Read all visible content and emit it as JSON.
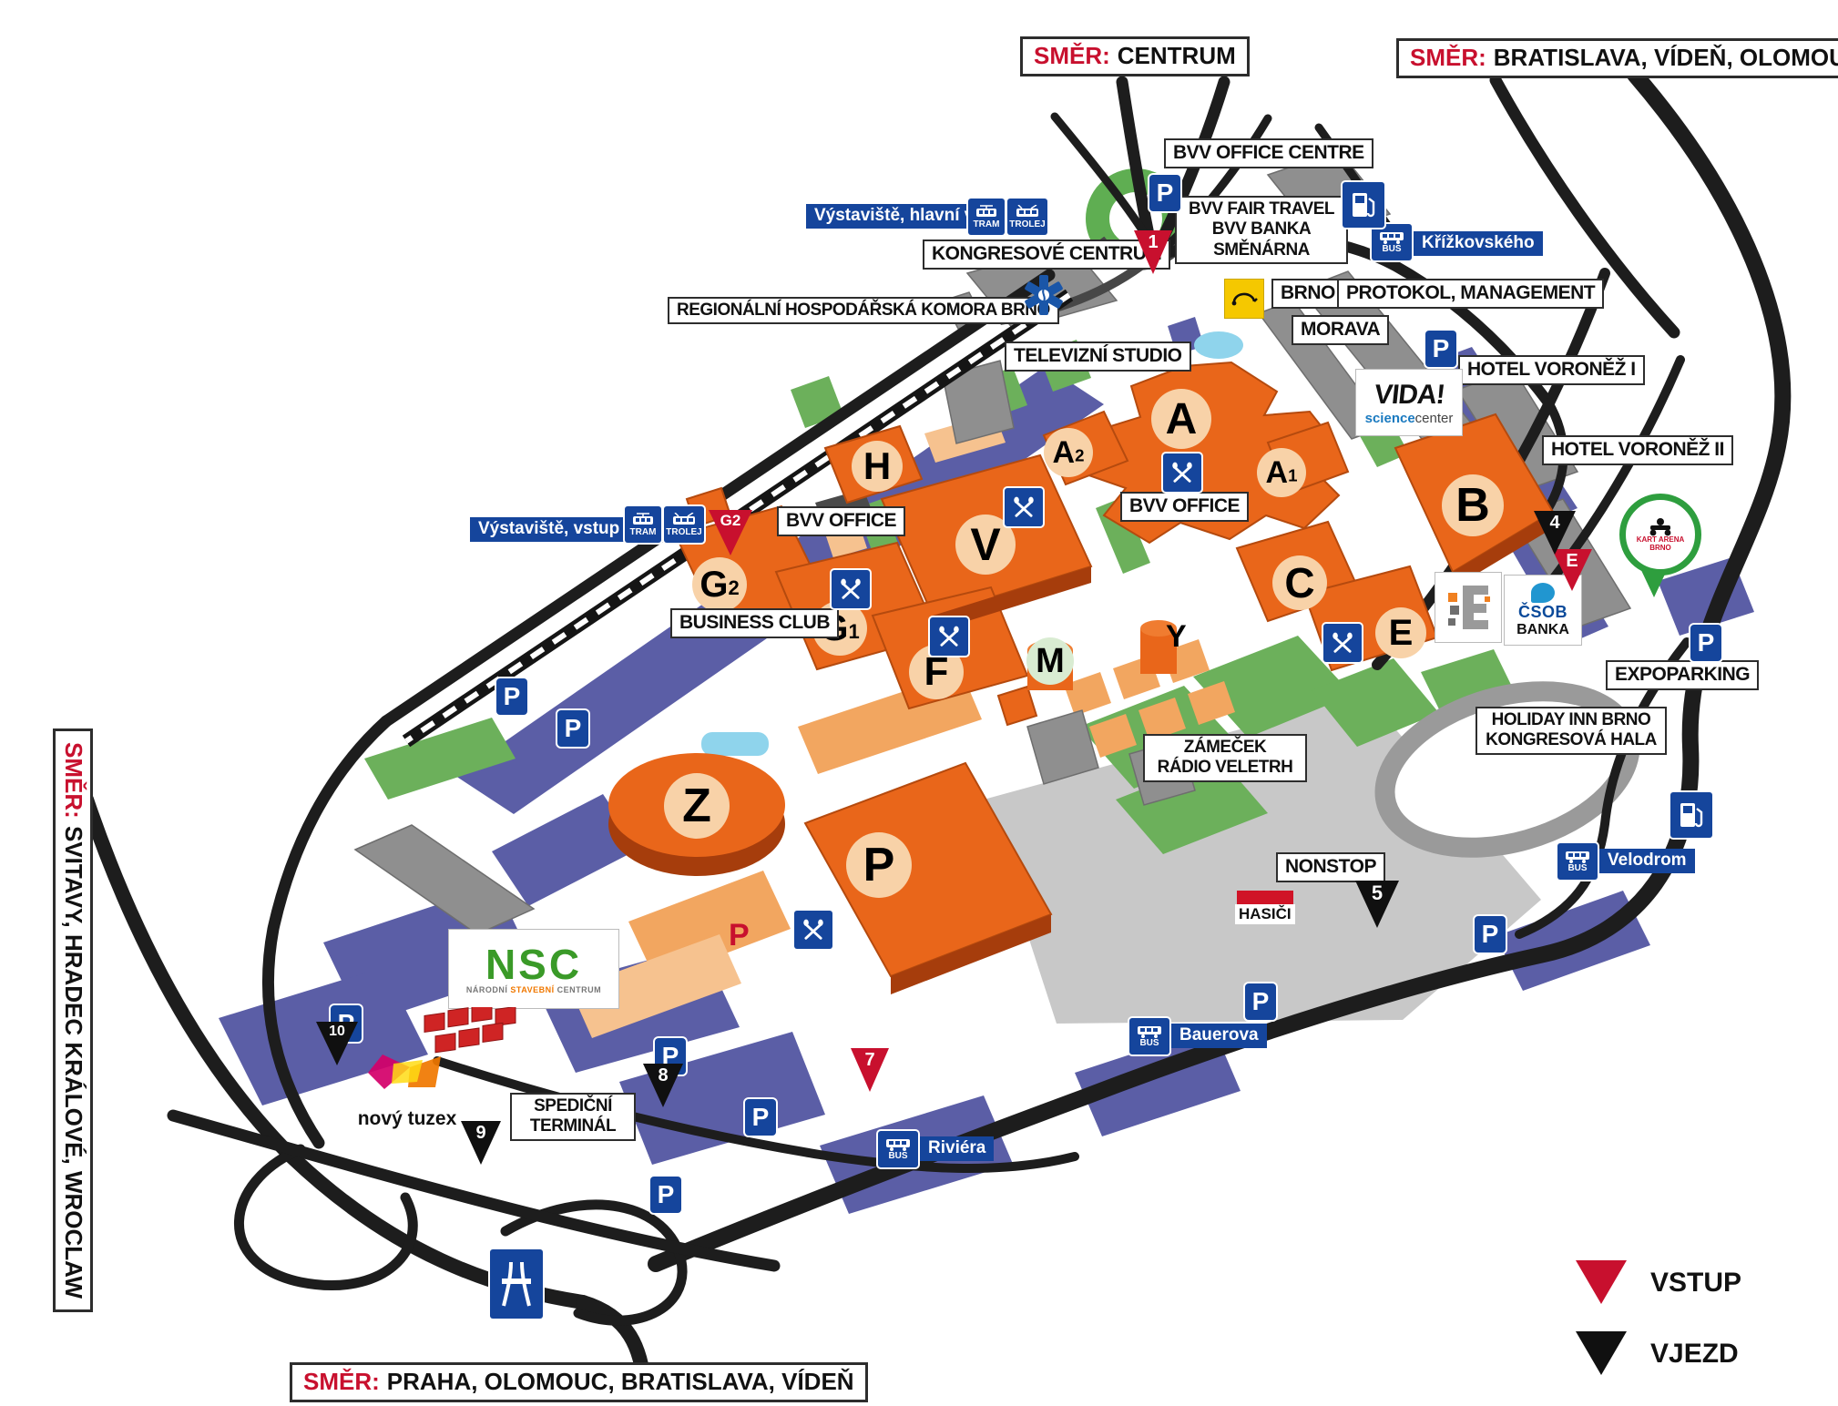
{
  "signs": {
    "centrum": {
      "prefix": "SMĚR:",
      "text": "CENTRUM"
    },
    "bratislava": {
      "prefix": "SMĚR:",
      "text": "BRATISLAVA, VÍDEŇ, OLOMOUC"
    },
    "svitavy": {
      "prefix": "SMĚR:",
      "text": "SVITAVY, HRADEC KRÁLOVÉ, WROCLAW"
    },
    "praha": {
      "prefix": "SMĚR:",
      "text": "PRAHA, OLOMOUC, BRATISLAVA, VÍDEŇ"
    }
  },
  "places": {
    "bvv_office_centre": "BVV OFFICE CENTRE",
    "fair_travel_line1": "BVV FAIR TRAVEL",
    "fair_travel_line2": "BVV BANKA",
    "fair_travel_line3": "SMĚNÁRNA",
    "kongresove_centrum": "KONGRESOVÉ CENTRUM",
    "hospodarska_komora": "REGIONÁLNÍ HOSPODÁŘSKÁ KOMORA BRNO",
    "televizni_studio": "TELEVIZNÍ STUDIO",
    "brno": "BRNO",
    "morava": "MORAVA",
    "protokol_management": "PROTOKOL, MANAGEMENT",
    "hotel_voronez_i": "HOTEL VORONĚŽ I",
    "hotel_voronez_ii": "HOTEL VORONĚŽ II",
    "bvv_office": "BVV OFFICE",
    "business_club": "BUSINESS CLUB",
    "zamecek_line1": "ZÁMEČEK",
    "zamecek_line2": "RÁDIO VELETRH",
    "holiday_inn_line1": "HOLIDAY INN BRNO",
    "holiday_inn_line2": "KONGRESOVÁ HALA",
    "expoparking": "EXPOPARKING",
    "nonstop": "NONSTOP",
    "spedicni_line1": "SPEDIČNÍ",
    "spedicni_line2": "TERMINÁL",
    "hasici": "HASIČI"
  },
  "transit": {
    "hlavni_vstup": "Výstaviště, hlavní vstup",
    "vstup_g2": "Výstaviště, vstup G2",
    "krizkovskeho": "Křížkovského",
    "velodrom": "Velodrom",
    "bauerova": "Bauerova",
    "riviera": "Riviéra",
    "tram": "TRAM",
    "trolej": "TROLEJ",
    "bus": "BUS",
    "parking": "P"
  },
  "halls": {
    "a": {
      "label": "A"
    },
    "a1": {
      "label": "A",
      "sub": "1"
    },
    "a2": {
      "label": "A",
      "sub": "2"
    },
    "b": {
      "label": "B"
    },
    "c": {
      "label": "C"
    },
    "e": {
      "label": "E"
    },
    "f": {
      "label": "F"
    },
    "g1": {
      "label": "G",
      "sub": "1"
    },
    "g2": {
      "label": "G",
      "sub": "2"
    },
    "h": {
      "label": "H"
    },
    "m": {
      "label": "M"
    },
    "p": {
      "label": "P"
    },
    "v": {
      "label": "V"
    },
    "y": {
      "label": "Y"
    },
    "z": {
      "label": "Z"
    }
  },
  "gates": {
    "entrance_1": "1",
    "entrance_g2": "G2",
    "entrance_7": "7",
    "entrance_e": "E",
    "gate_4": "4",
    "gate_5": "5",
    "gate_8": "8",
    "gate_9": "9",
    "gate_10": "10",
    "red_parking": "P"
  },
  "logos": {
    "vida_line1": "VIDA!",
    "vida_science": "science",
    "vida_center": "center",
    "csob": "ČSOB",
    "csob_banka": "BANKA",
    "nsc": "NSC",
    "nsc_narodni": "NÁRODNÍ",
    "nsc_stavebni": "STAVEBNÍ",
    "nsc_centrum": "CENTRUM",
    "novy_tuzex": "nový tuzex",
    "kart_arena": "KART ARENA BRNO"
  },
  "legend": {
    "vstup": "VSTUP",
    "vjezd": "VJEZD"
  },
  "colors": {
    "accent_red": "#c8102e",
    "sign_blue": "#15459c",
    "hall_orange": "#e9661a",
    "parking_purple": "#5b5ea6",
    "lawn_green": "#6cb05b"
  }
}
